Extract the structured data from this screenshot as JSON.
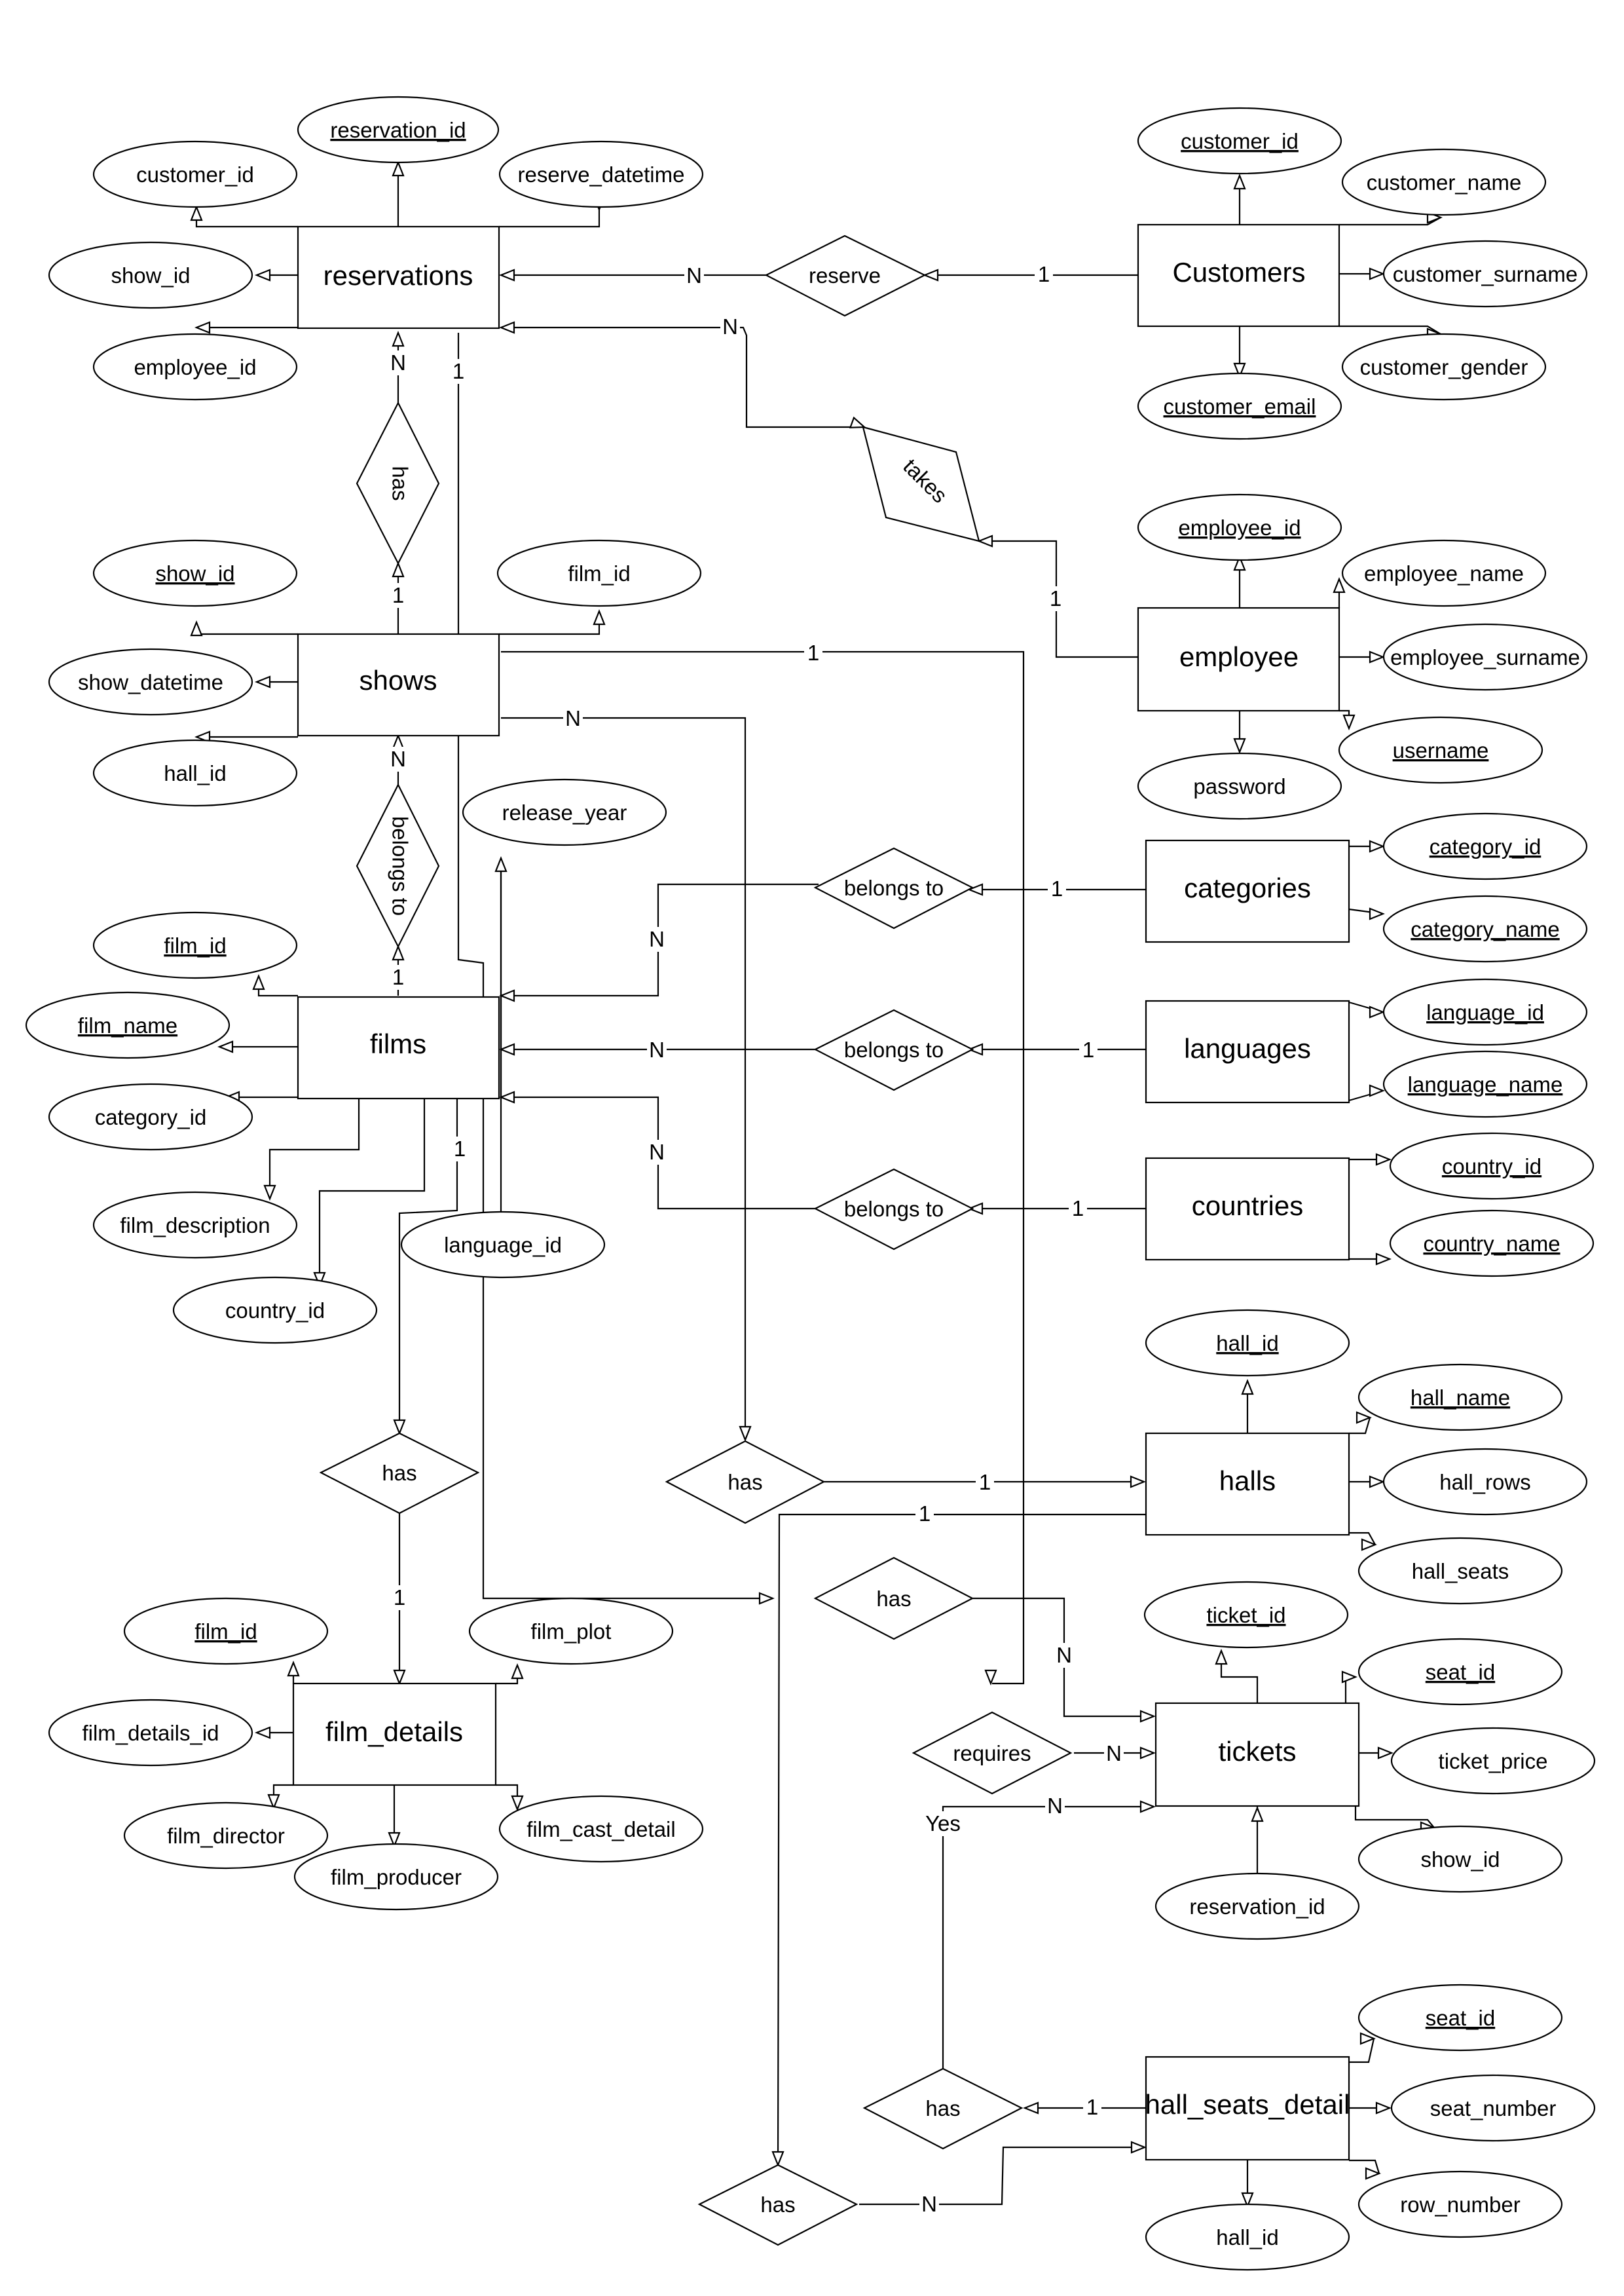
{
  "entities": {
    "reservations": "reservations",
    "customers": "Customers",
    "employee": "employee",
    "shows": "shows",
    "films": "films",
    "categories": "categories",
    "languages": "languages",
    "countries": "countries",
    "halls": "halls",
    "film_details": "film_details",
    "tickets": "tickets",
    "hall_seats_detail": "hall_seats_detail"
  },
  "attributes": {
    "res_reservation_id": "reservation_id",
    "res_customer_id": "customer_id",
    "res_reserve_datetime": "reserve_datetime",
    "res_show_id": "show_id",
    "res_employee_id": "employee_id",
    "cus_customer_id": "customer_id",
    "cus_customer_name": "customer_name",
    "cus_customer_surname": "customer_surname",
    "cus_customer_gender": "customer_gender",
    "cus_customer_email": "customer_email",
    "emp_employee_id": "employee_id",
    "emp_employee_name": "employee_name",
    "emp_employee_surname": "employee_surname",
    "emp_username": "username",
    "emp_password": "password",
    "sho_show_id": "show_id",
    "sho_film_id": "film_id",
    "sho_show_datetime": "show_datetime",
    "sho_hall_id": "hall_id",
    "fil_release_year": "release_year",
    "fil_film_id": "film_id",
    "fil_film_name": "film_name",
    "fil_category_id": "category_id",
    "fil_film_description": "film_description",
    "fil_country_id": "country_id",
    "fil_language_id": "language_id",
    "cat_category_id": "category_id",
    "cat_category_name": "category_name",
    "lan_language_id": "language_id",
    "lan_language_name": "language_name",
    "cou_country_id": "country_id",
    "cou_country_name": "country_name",
    "hal_hall_id": "hall_id",
    "hal_hall_name": "hall_name",
    "hal_hall_rows": "hall_rows",
    "hal_hall_seats": "hall_seats",
    "fd_film_id": "film_id",
    "fd_film_plot": "film_plot",
    "fd_film_details_id": "film_details_id",
    "fd_film_director": "film_director",
    "fd_film_producer": "film_producer",
    "fd_film_cast_detail": "film_cast_detail",
    "tic_ticket_id": "ticket_id",
    "tic_seat_id": "seat_id",
    "tic_ticket_price": "ticket_price",
    "tic_show_id": "show_id",
    "tic_reservation_id": "reservation_id",
    "hsd_seat_id": "seat_id",
    "hsd_seat_number": "seat_number",
    "hsd_row_number": "row_number",
    "hsd_hall_id": "hall_id"
  },
  "relationships": {
    "reserve": "reserve",
    "takes": "takes",
    "res_has": "has",
    "show_belongs": "belongs to",
    "cat_belongs": "belongs to",
    "lang_belongs": "belongs to",
    "country_belongs": "belongs to",
    "film_has": "has",
    "show_hall_has": "has",
    "ticket_has": "has",
    "requires": "requires",
    "seat_has": "has",
    "hall_seat_has": "has"
  },
  "cardinalities": {
    "one": "1",
    "many": "N",
    "yes": "Yes"
  }
}
